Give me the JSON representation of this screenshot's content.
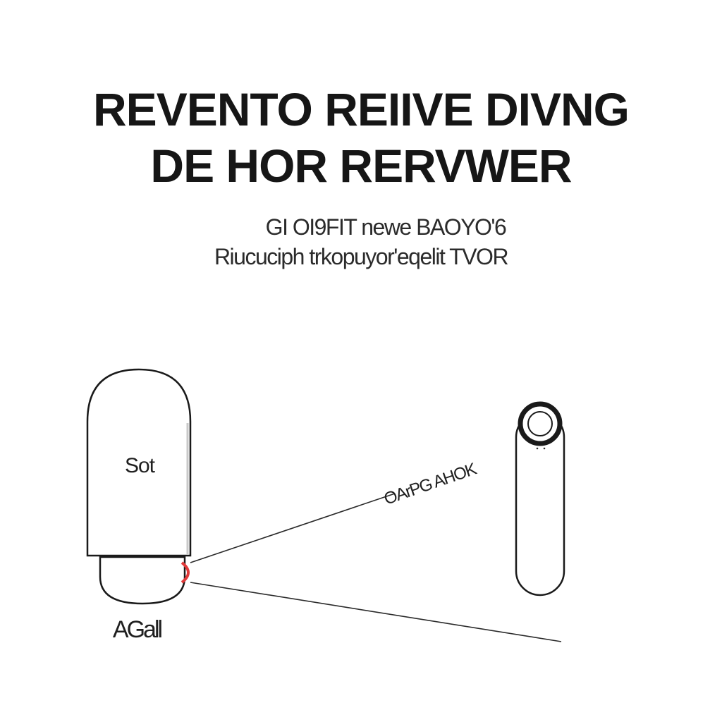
{
  "title": {
    "line1": "REVENTO REIIVE DIVNG",
    "line2": "DE HOR RERVWER"
  },
  "subtitle": {
    "line1": "GI OI9FIT newe BAOYO'6",
    "line2": "Riucuciph trkopuyor'eqelit TVOR"
  },
  "diagram": {
    "device_left_label": "Sot",
    "device_left_caption": "AGall",
    "beam_label": "OArPG AHOK"
  },
  "colors": {
    "stroke": "#1a1a1a",
    "accent": "#e03a3a",
    "background": "#ffffff"
  }
}
